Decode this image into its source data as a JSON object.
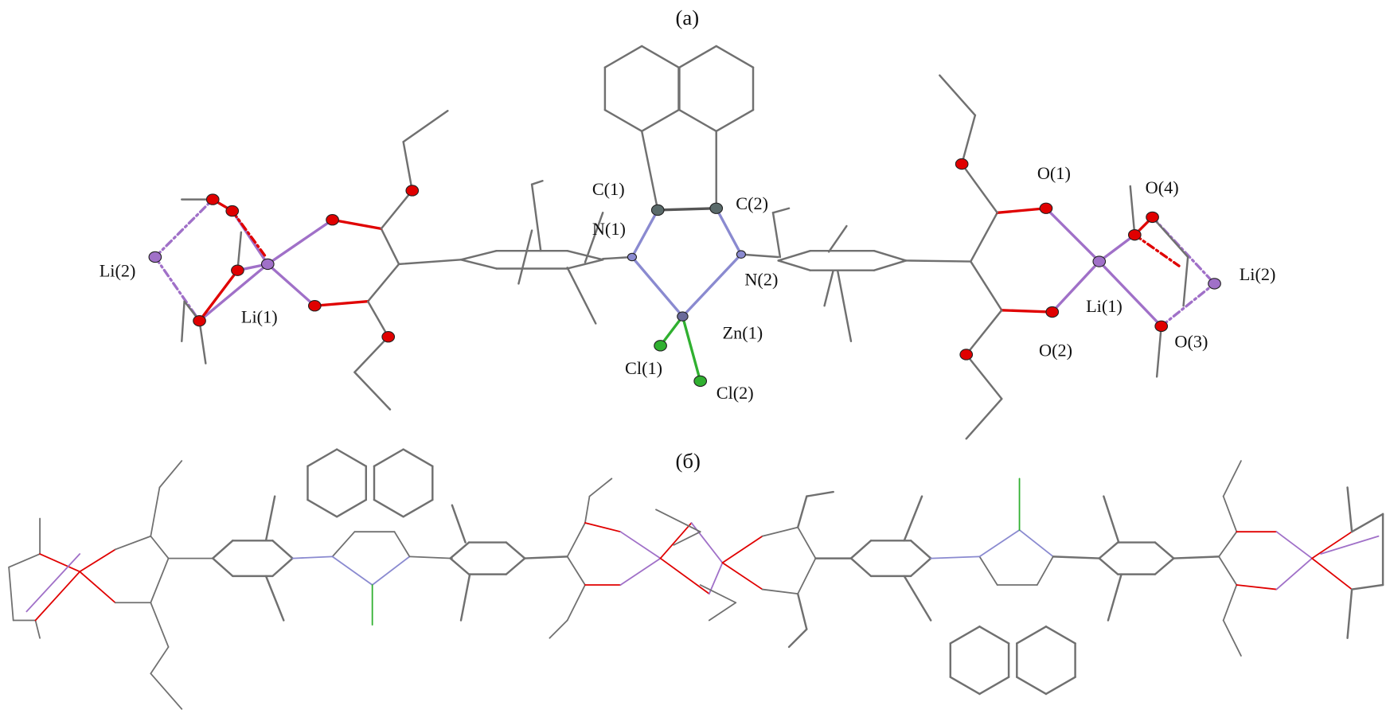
{
  "panels": {
    "a": "(a)",
    "b": "(б)"
  },
  "labels": {
    "c1": "C(1)",
    "c2": "C(2)",
    "n1": "N(1)",
    "n2": "N(2)",
    "zn1": "Zn(1)",
    "cl1": "Cl(1)",
    "cl2": "Cl(2)",
    "li2_left": "Li(2)",
    "li1_left": "Li(1)",
    "o1": "O(1)",
    "o4": "O(4)",
    "li2_right": "Li(2)",
    "li1_right": "Li(1)",
    "o2": "O(2)",
    "o3": "O(3)"
  },
  "colors": {
    "carbon": "#707070",
    "oxygen": "#e00000",
    "lithium": "#a070c8",
    "nitrogen": "#8a8ad0",
    "chlorine": "#30b030",
    "zinc": "#6a6a9a"
  }
}
